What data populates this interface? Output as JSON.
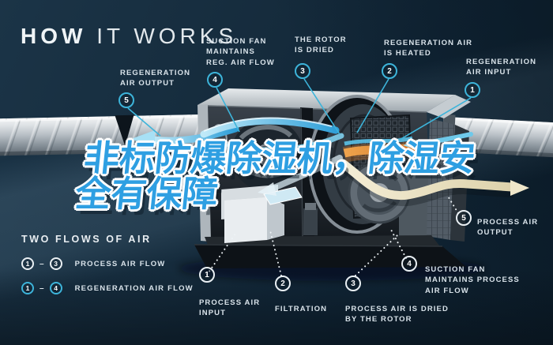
{
  "title": {
    "word1": "HOW",
    "rest": " IT WORKS"
  },
  "headline": {
    "line1": "非标防爆除湿机，除湿安",
    "line2": "全有保障"
  },
  "top_labels": [
    {
      "num": "5",
      "lines": [
        "REGENERATION",
        "AIR OUTPUT"
      ]
    },
    {
      "num": "4",
      "lines": [
        "SUCTION FAN",
        "MAINTAINS",
        "REG. AIR FLOW"
      ]
    },
    {
      "num": "3",
      "lines": [
        "THE ROTOR",
        "IS DRIED"
      ]
    },
    {
      "num": "2",
      "lines": [
        "REGENERATION AIR",
        "IS HEATED"
      ]
    },
    {
      "num": "1",
      "lines": [
        "REGENERATION",
        "AIR INPUT"
      ]
    }
  ],
  "bottom_labels": [
    {
      "num": "1",
      "lines": [
        "PROCESS AIR",
        "INPUT"
      ]
    },
    {
      "num": "2",
      "lines": [
        "FILTRATION"
      ]
    },
    {
      "num": "3",
      "lines": [
        "PROCESS AIR IS DRIED",
        "BY THE ROTOR"
      ]
    },
    {
      "num": "4",
      "lines": [
        "SUCTION FAN",
        "MAINTAINS PROCESS",
        "AIR FLOW"
      ]
    },
    {
      "num": "5",
      "lines": [
        "PROCESS AIR",
        "OUTPUT"
      ]
    }
  ],
  "legend": {
    "heading": "TWO FLOWS OF AIR",
    "rows": [
      {
        "start": "1",
        "end": "3",
        "separator": "–",
        "label": "PROCESS AIR FLOW",
        "style": "white"
      },
      {
        "start": "1",
        "end": "4",
        "separator": "–",
        "label": "REGENERATION AIR FLOW",
        "style": "cyan"
      }
    ]
  },
  "colors": {
    "background": "#14293a",
    "accent_cyan": "#3db4da",
    "label_text": "#d9e3ea",
    "headline_blue": "#2e9fe2",
    "heater_orange": "#ef9a43",
    "flow_cream": "#ece3c4"
  }
}
